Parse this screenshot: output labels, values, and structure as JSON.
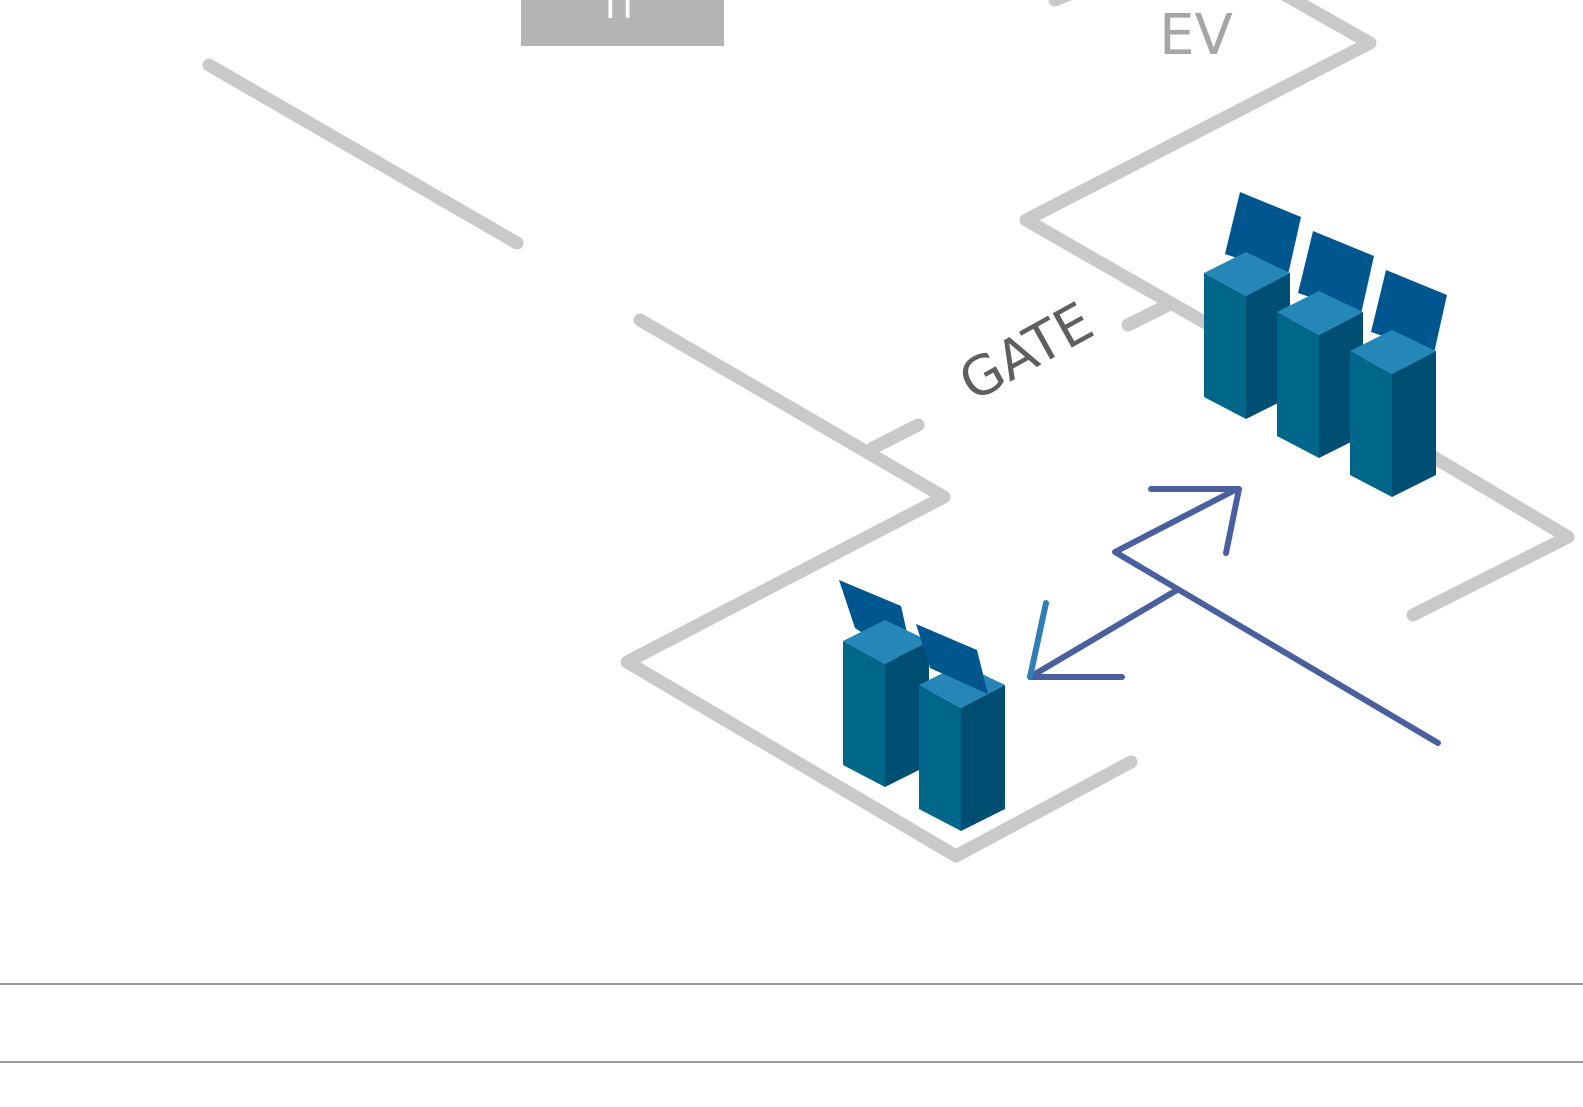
{
  "labels": {
    "tag_text": "IT",
    "ev_text": "EV",
    "gate_text": "GATE"
  },
  "colors": {
    "background": "#ffffff",
    "path_gray": "#c8c9c8",
    "tag_gray": "#b4b4b4",
    "label_gray": "#a6a6a6",
    "gate_text": "#5f5f5f",
    "arrow_blue": "#4a5f9e",
    "arrow_blue_light": "#2f7fb5",
    "server_front": "#00678a",
    "server_side": "#004f72",
    "server_top": "#2586b8",
    "server_screen": "#00568f",
    "bottom_rule": "#999999"
  },
  "servers": {
    "upper_group_count": 3,
    "lower_group_count": 2
  }
}
